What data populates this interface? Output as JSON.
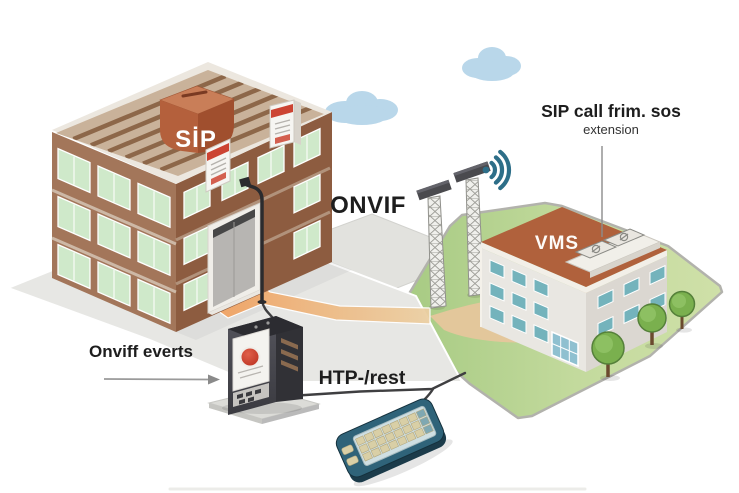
{
  "diagram": {
    "type": "isometric-illustration",
    "background": "#ffffff",
    "labels": {
      "protocol_center": "ONVIF",
      "sip_rooftop_box": "SİP",
      "vms_roof": "VMS",
      "callout_title": "SIP call frim. sos",
      "callout_subtitle": "extension",
      "events_label": "Onviff everts",
      "http_label": "HTP-/rest"
    },
    "nodes": [
      {
        "name": "office-building",
        "description": "brick office building with green glass windows, wooden roof, rooftop SIP unit and two wall intercom units"
      },
      {
        "name": "antenna-towers",
        "description": "two lattice masts with a wireless signal icon"
      },
      {
        "name": "vms-building",
        "description": "white office building with orange roof labelled VMS, rooftop HVAC units and trees"
      },
      {
        "name": "sos-intercom-station",
        "description": "black call station with red SOS button on a pedestal"
      },
      {
        "name": "handheld-terminal",
        "description": "teal handheld keypad terminal wired to the network"
      }
    ],
    "icons": [
      {
        "name": "wifi-signal-icon",
        "color": "#2d6e88"
      },
      {
        "name": "cloud-icon",
        "color": "#b9d7ea"
      },
      {
        "name": "tree-icon",
        "color": "#7ab04e"
      },
      {
        "name": "sos-button-icon",
        "color": "#c63a28"
      }
    ],
    "colors": {
      "sip_box": "#b4603c",
      "vms_roof": "#b0613c",
      "brick_light": "#a3765a",
      "brick_dark": "#8d5c40",
      "window_green": "#cfe9ca",
      "window_teal": "#74b3bc",
      "grass": "#b6d391",
      "path_orange": "#f0a262",
      "path_tan": "#e6c69c",
      "device_teal": "#2f6379",
      "cable": "#3f3f41",
      "ground_gray": "#e7e7e4",
      "text": "#1d1d1d"
    }
  }
}
